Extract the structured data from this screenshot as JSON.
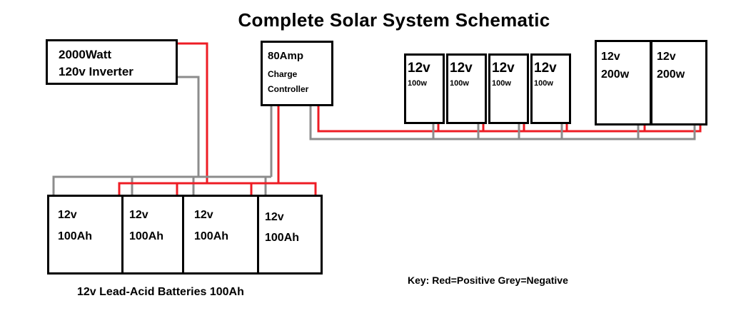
{
  "title": "Complete Solar System Schematic",
  "colors": {
    "positive": "#ee1c24",
    "negative": "#8c8c8c",
    "outline": "#000000",
    "background": "#ffffff"
  },
  "inverter": {
    "line1": "2000Watt",
    "line2": "120v Inverter"
  },
  "charge_controller": {
    "line1": "80Amp",
    "line2": "Charge",
    "line3": "Controller"
  },
  "solar_panels": [
    {
      "voltage": "12v",
      "wattage": "100w"
    },
    {
      "voltage": "12v",
      "wattage": "100w"
    },
    {
      "voltage": "12v",
      "wattage": "100w"
    },
    {
      "voltage": "12v",
      "wattage": "100w"
    },
    {
      "voltage": "12v",
      "wattage": "200w"
    },
    {
      "voltage": "12v",
      "wattage": "200w"
    }
  ],
  "batteries": [
    {
      "voltage": "12v",
      "capacity": "100Ah"
    },
    {
      "voltage": "12v",
      "capacity": "100Ah"
    },
    {
      "voltage": "12v",
      "capacity": "100Ah"
    },
    {
      "voltage": "12v",
      "capacity": "100Ah"
    }
  ],
  "battery_caption": "12v Lead-Acid Batteries 100Ah",
  "key": "Key: Red=Positive Grey=Negative"
}
